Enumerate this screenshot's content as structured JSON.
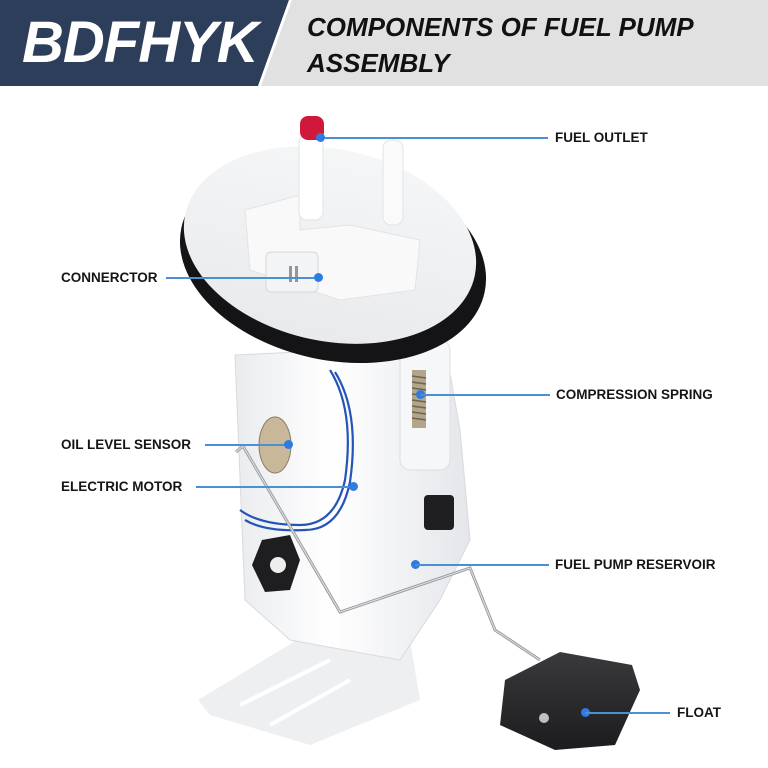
{
  "header": {
    "brand": "BDFHYK",
    "title_line1": "COMPONENTS OF FUEL PUMP",
    "title_line2": "ASSEMBLY",
    "colors": {
      "brand_bg": "#2c3e5a",
      "title_bg": "#e1e1e1",
      "leader": "#4c8fd6",
      "dot": "#2f7be2"
    }
  },
  "callouts": [
    {
      "id": "fuel-outlet",
      "label": "FUEL OUTLET",
      "side": "right"
    },
    {
      "id": "connector",
      "label": "CONNERCTOR",
      "side": "left"
    },
    {
      "id": "compression-spring",
      "label": "COMPRESSION SPRING",
      "side": "right"
    },
    {
      "id": "oil-level-sensor",
      "label": "OIL LEVEL SENSOR",
      "side": "left"
    },
    {
      "id": "electric-motor",
      "label": "ELECTRIC MOTOR",
      "side": "left"
    },
    {
      "id": "fuel-pump-reservoir",
      "label": "FUEL PUMP RESERVOIR",
      "side": "right"
    },
    {
      "id": "float",
      "label": "FLOAT",
      "side": "right"
    }
  ]
}
